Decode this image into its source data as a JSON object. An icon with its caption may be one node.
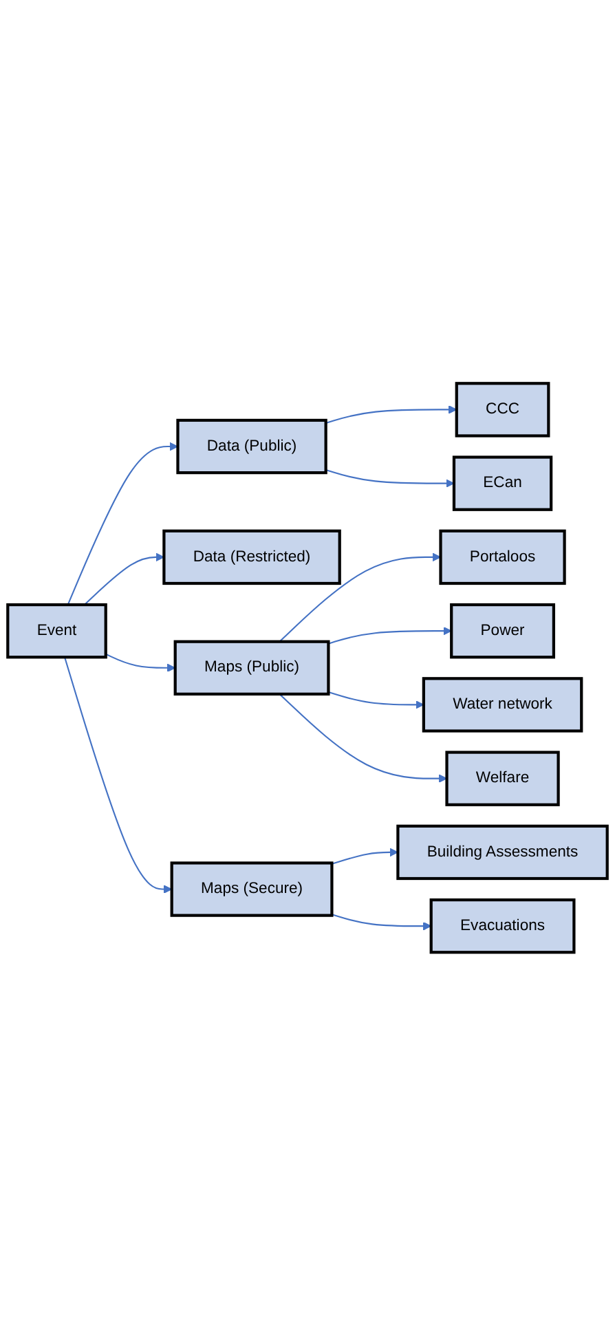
{
  "diagram": {
    "nodes": [
      {
        "text": [
          "Event"
        ]
      },
      {
        "text": [
          "Data (Public)"
        ]
      },
      {
        "text": [
          "CCC"
        ]
      },
      {
        "text": [
          "ECan"
        ]
      },
      {
        "text": [
          "Data (Restricted)"
        ]
      },
      {
        "text": [
          "Maps (Public)"
        ]
      },
      {
        "text": [
          "Portaloos"
        ]
      },
      {
        "text": [
          "Power"
        ]
      },
      {
        "text": [
          "Water network"
        ]
      },
      {
        "text": [
          "Welfare"
        ]
      },
      {
        "text": [
          "Maps (Secure)"
        ]
      },
      {
        "text": [
          "Building Assessments"
        ]
      },
      {
        "text": [
          "Evacuations"
        ]
      }
    ],
    "edges": [
      {
        "from": 0,
        "to": 1,
        "arrow": "to"
      },
      {
        "from": 1,
        "to": 2,
        "arrow": "to"
      },
      {
        "from": 1,
        "to": 3,
        "arrow": "to"
      },
      {
        "from": 0,
        "to": 4,
        "arrow": "to"
      },
      {
        "from": 0,
        "to": 5,
        "arrow": "to"
      },
      {
        "from": 5,
        "to": 6,
        "arrow": "to"
      },
      {
        "from": 5,
        "to": 7,
        "arrow": "to"
      },
      {
        "from": 5,
        "to": 8,
        "arrow": "to"
      },
      {
        "from": 5,
        "to": 9,
        "arrow": "to"
      },
      {
        "from": 0,
        "to": 10,
        "arrow": "to"
      },
      {
        "from": 10,
        "to": 11,
        "arrow": "to"
      },
      {
        "from": 10,
        "to": 12,
        "arrow": "to"
      }
    ]
  }
}
